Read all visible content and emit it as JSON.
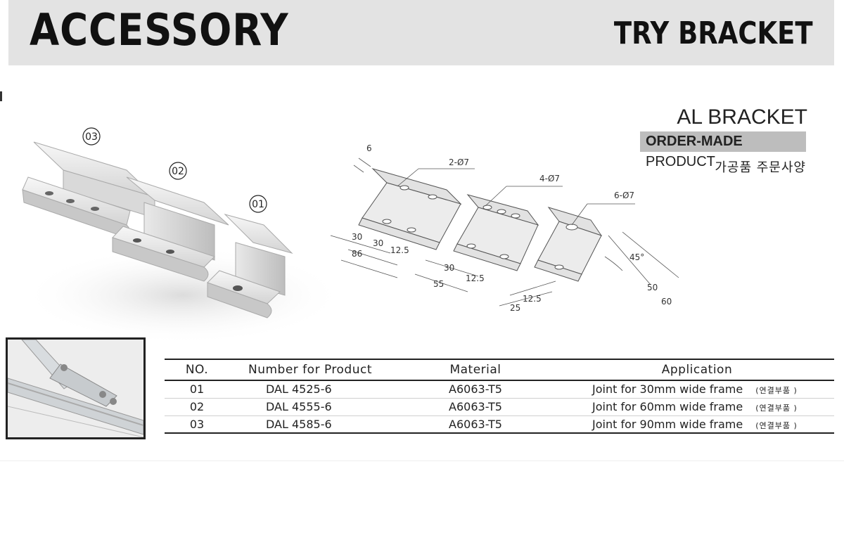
{
  "header": {
    "title": "ACCESSORY",
    "subtitle": "TRY BRACKET"
  },
  "product": {
    "name": "AL BRACKET",
    "order_made_bold": "ORDER-MADE",
    "order_made_rest": " PRODUCT",
    "note_ko": "가공품 주문사양"
  },
  "photo": {
    "labels": [
      "03",
      "02",
      "01"
    ]
  },
  "diagram": {
    "hole_labels": [
      "2-Ø7",
      "4-Ø7",
      "6-Ø7"
    ],
    "thickness": "6",
    "angle": "45°",
    "dims": [
      "30",
      "30",
      "12.5",
      "86",
      "30",
      "12.5",
      "55",
      "12.5",
      "25",
      "50",
      "60"
    ]
  },
  "table": {
    "headers": [
      "NO.",
      "Number for Product",
      "Material",
      "Application"
    ],
    "rows": [
      {
        "no": "01",
        "number": "DAL 4525-6",
        "material": "A6063-T5",
        "application": "Joint for 30mm wide frame",
        "note": "(연결부품 )"
      },
      {
        "no": "02",
        "number": "DAL 4555-6",
        "material": "A6063-T5",
        "application": "Joint for 60mm wide frame",
        "note": "(연결부품 )"
      },
      {
        "no": "03",
        "number": "DAL 4585-6",
        "material": "A6063-T5",
        "application": "Joint for 90mm wide frame",
        "note": "(연결부품 )"
      }
    ]
  }
}
